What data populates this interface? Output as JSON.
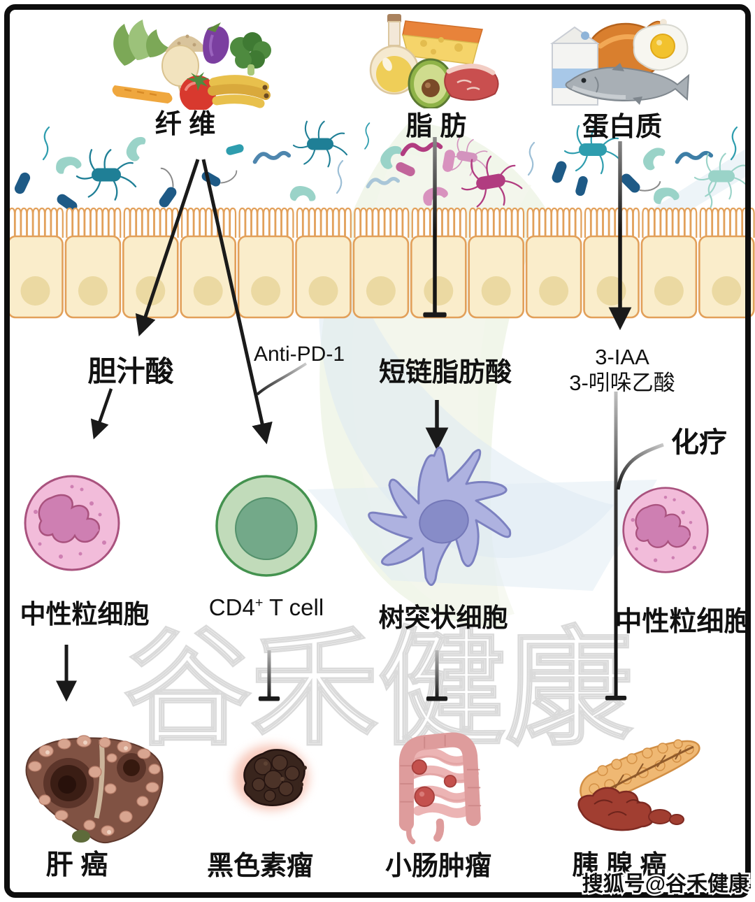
{
  "figure": {
    "foods": [
      {
        "id": "fiber",
        "label": "纤 维"
      },
      {
        "id": "fat",
        "label": "脂 肪"
      },
      {
        "id": "protein",
        "label": "蛋白质"
      }
    ],
    "mediators": {
      "bile_acid": "胆汁酸",
      "anti_pd1": "Anti-PD-1",
      "scfa": "短链脂肪酸",
      "iaa_abbr": "3-IAA",
      "iaa_full": "3-吲哚乙酸",
      "chemo": "化疗"
    },
    "cells": {
      "neutrophil_left": "中性粒细胞",
      "cd4": {
        "base": "CD4",
        "sup": "+",
        "rest": " T cell"
      },
      "dendritic": "树突状细胞",
      "neutrophil_right": "中性粒细胞"
    },
    "cancers": [
      {
        "id": "liver",
        "label": "肝 癌"
      },
      {
        "id": "melanoma",
        "label": "黑色素瘤"
      },
      {
        "id": "small-intestine",
        "label": "小肠肿瘤"
      },
      {
        "id": "pancreatic",
        "label": "胰 腺 癌"
      }
    ],
    "watermark_text": "谷禾健康",
    "credit": "搜狐号@谷禾健康",
    "colors": {
      "arrow": "#1a1a1a",
      "epithelium_fill": "#FAEDCB",
      "epithelium_stroke": "#E2A05A",
      "bacteria_teal": "#2E9DAE",
      "bacteria_blue": "#1E5A86",
      "bacteria_magenta": "#B13C80",
      "neutrophil_fill": "#F2BCDA",
      "cd4_fill": "#BCD8B4",
      "dendritic_fill": "#AEB2E0",
      "watermark_stroke": "#dadada"
    }
  }
}
